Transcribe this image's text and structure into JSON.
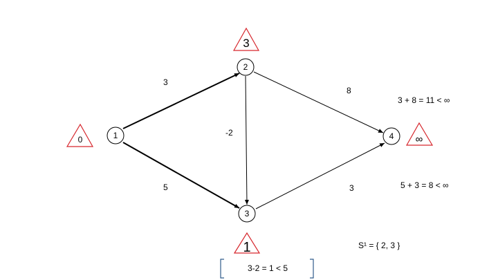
{
  "nodes": [
    {
      "id": "1",
      "label": "1"
    },
    {
      "id": "2",
      "label": "2"
    },
    {
      "id": "3",
      "label": "3"
    },
    {
      "id": "4",
      "label": "4"
    }
  ],
  "edges": [
    {
      "from": "1",
      "to": "2",
      "weight": "3",
      "bold": true
    },
    {
      "from": "1",
      "to": "3",
      "weight": "5",
      "bold": true
    },
    {
      "from": "2",
      "to": "3",
      "weight": "-2",
      "bold": false
    },
    {
      "from": "2",
      "to": "4",
      "weight": "8",
      "bold": false
    },
    {
      "from": "3",
      "to": "4",
      "weight": "3",
      "bold": false
    }
  ],
  "distances": {
    "node1": "0",
    "node2": "3",
    "node3": "1",
    "node4": "∞"
  },
  "annotations": {
    "relax_2_4": "3 + 8 = 11 < ∞",
    "relax_3_4": "5 + 3 = 8 < ∞",
    "set_s1": "S¹ = { 2, 3 }",
    "relax_2_3": "3-2 = 1 < 5"
  },
  "colors": {
    "triangle": "#d6262c",
    "bracket": "#2f5b8a",
    "edge": "#000000"
  }
}
